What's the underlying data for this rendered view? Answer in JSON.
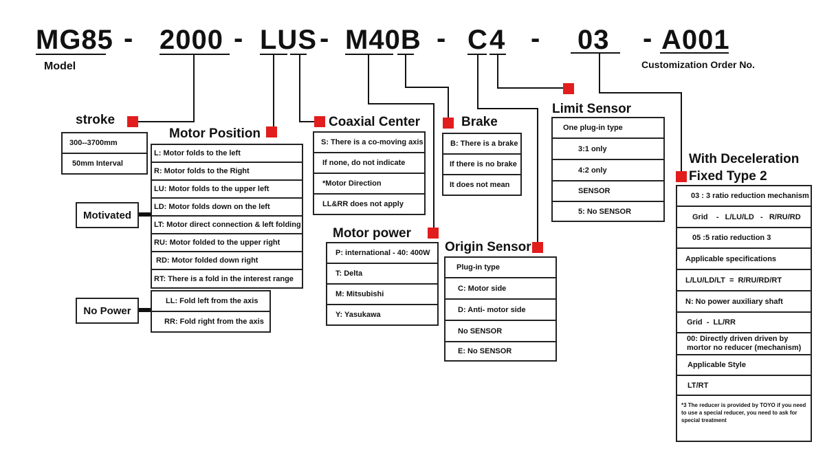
{
  "header": {
    "segments": [
      {
        "code": "MG85",
        "label": "Model"
      },
      {
        "code": "2000"
      },
      {
        "code": "LUS"
      },
      {
        "code": "M40B"
      },
      {
        "code": "C"
      },
      {
        "code": "4"
      },
      {
        "code": "03"
      },
      {
        "code": "A001",
        "label": "Customization Order No."
      }
    ],
    "separator": "-"
  },
  "stroke": {
    "title": "stroke",
    "rows": [
      "300--3700mm",
      "50mm  Interval"
    ]
  },
  "motor_position": {
    "title": "Motor Position",
    "rows": [
      "L: Motor folds to the left",
      "R: Motor folds to the Right",
      "LU: Motor folds to the upper left",
      "LD: Motor folds down on the left",
      "LT: Motor direct connection & left folding",
      "RU: Motor folded to the upper right",
      "RD: Motor folded down right",
      "RT: There is a fold in the interest range"
    ],
    "motivated_label": "Motivated",
    "no_power_label": "No Power",
    "no_power_rows": [
      "LL: Fold left from the axis",
      "RR: Fold right from the axis"
    ]
  },
  "coaxial_center": {
    "title": "Coaxial Center",
    "rows": [
      "S: There is a co-moving axis",
      "If none, do not indicate",
      "*Motor Direction",
      "LL&RR does not apply"
    ]
  },
  "brake": {
    "title": "Brake",
    "rows": [
      "B: There is a brake",
      "If there is no brake",
      "It does not mean"
    ]
  },
  "motor_power": {
    "title": "Motor power",
    "rows": [
      "P: international - 40: 400W",
      "T: Delta",
      "M: Mitsubishi",
      "Y: Yasukawa"
    ]
  },
  "origin_sensor": {
    "title": "Origin Sensor",
    "rows": [
      "Plug-in type",
      "C: Motor side",
      "D: Anti- motor side",
      "No SENSOR",
      "E: No SENSOR"
    ]
  },
  "limit_sensor": {
    "title": "Limit Sensor",
    "rows": [
      "One plug-in type",
      "3:1 only",
      "4:2 only",
      "SENSOR",
      "5: No SENSOR"
    ]
  },
  "deceleration": {
    "title_line1": "With Deceleration",
    "title_line2": "Fixed Type 2",
    "rows": [
      "03 : 3 ratio reduction mechanism",
      "Grid    -   L/LU/LD   -   R/RU/RD",
      "05 :5 ratio reduction 3",
      "Applicable specifications",
      "L/LU/LD/LT  =  R/RU/RD/RT",
      "N: No power auxiliary shaft",
      "Grid  -  LL/RR",
      "00: Directly driven driven by mortor no reducer (mechanism)",
      "Applicable Style",
      "LT/RT"
    ],
    "note": "*3 The reducer is provided by TOYO if you need to use a special reducer, you need to ask for special treatment"
  },
  "colors": {
    "marker": "#e11d1d",
    "line": "#111111"
  }
}
